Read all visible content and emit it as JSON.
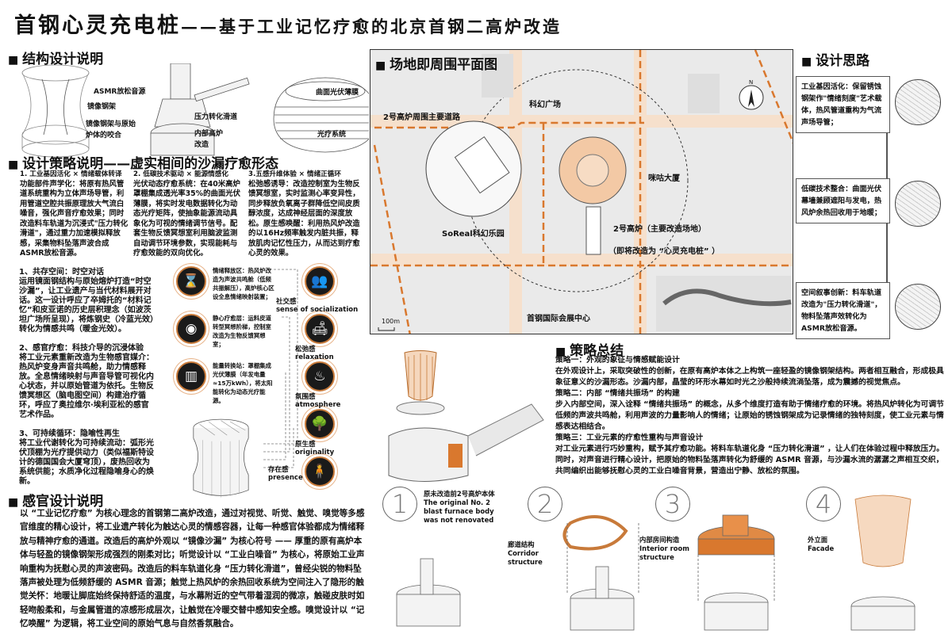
{
  "title": {
    "main": "首钢心灵充电桩",
    "sub": "——基于工业记忆疗愈的北京首钢二高炉改造"
  },
  "structure": {
    "heading": "结构设计说明",
    "labels": [
      "ASMR放松音源",
      "镜像钢架",
      "镜像钢架与原始炉体的咬合",
      "压力转化滑道",
      "内部高炉改造",
      "曲面光伏薄膜",
      "光疗系统"
    ]
  },
  "strategy": {
    "heading": "设计策略说明——虚实相间的沙漏疗愈形态",
    "columns": [
      {
        "title": "1. 工业基因活化 × 情绪载体转译",
        "body": "功能部件声学化：将原有热风管道系统重构为立体声场导管，利用管道空腔共振原理放大气流白噪音，强化声音疗愈效果；同时改造料车轨道为沉浸式\"压力转化滑道\"，通过重力加速模拟释放感，采集物料坠落声波合成ASMR放松音源。"
      },
      {
        "title": "2. 低碳技术驱动 × 能源情感化",
        "body": "光伏动态疗愈系统：在40米高炉罩棚集成透光率35%的曲面光伏薄膜，将实时发电数据转化为动态光疗矩阵，使抽象能源流动具象化为可视的情绪调节信号。配套生物反馈冥想室利用脑波监测自动调节环境参数，实现能耗与疗愈效能的双向优化。"
      },
      {
        "title": "3.五感升维体验 × 情绪正循环",
        "body": "松弛感诱导：改造控制室为生物反馈冥想室，实时监测心率变异性，同步释放负氧离子群降低空间皮质醇浓度，达成神经层面的深度放松。原生感唤醒：利用热风炉改造的以16Hz频率触发内脏共振，释放肌肉记忆性压力，从而达到疗愈心灵的效果。"
      }
    ],
    "points": [
      {
        "title": "1、共存空间：时空对话",
        "body": "运用镜面钢结构与原始熔炉打造“时空沙漏”，让工业遗产与当代材料展开对话。这一设计呼应了卒姆托的“材料记忆”和皮亚诺的历史层积理念（如波茨坦广场所呈现），将炼钢史（冷蓝光效）转化为情感共鸣（暖金光效）。"
      },
      {
        "title": "2、感官疗愈：科技介导的沉浸体验",
        "body": "将工业元素重新改造为生物感官媒介：热风炉变身声音共鸣舱，助力情感释放。全息情绪映射与声音导管可视化内心状态，并以原始管道为依托。生物反馈冥想区（脑电图空间）构建治疗循环，呼应了奥拉维尔·埃利亚松的感官艺术作品。"
      },
      {
        "title": "3、可持续循环：隐喻性再生",
        "body": "将工业代谢转化为可持续流动：弧形光伏顶棚为光疗提供动力（类似福斯特设计的德国国会大厦穹顶），废热回收为系统供能；水质净化过程隐喻身心的焕新。"
      }
    ],
    "zones": [
      {
        "icon": "hourglass-icon",
        "glyph": "⌛",
        "text": "情绪释放区：热风炉改造为声波共鸣舱（低频共振解压），高炉核心区设全息情绪映射装置；"
      },
      {
        "icon": "eye-icon",
        "glyph": "◉",
        "text": "静心疗愈层：运料皮道转型冥想阶梯，控制室改造为生物反馈冥想室；"
      },
      {
        "icon": "building-icon",
        "glyph": "▥",
        "text": "能量转换站：罩棚集成光伏薄膜（年发电量≈15万kWh），将太阳能转化为动态光疗能源。"
      }
    ],
    "senses": [
      {
        "icon": "people-icon",
        "glyph": "👥",
        "zh": "社交感",
        "en": "sense of socialization"
      },
      {
        "icon": "armchair-icon",
        "glyph": "🛋",
        "zh": "松弛感",
        "en": "relaxation"
      },
      {
        "icon": "steam-icon",
        "glyph": "♨",
        "zh": "氛围感",
        "en": "atmosphere"
      },
      {
        "icon": "tree-icon",
        "glyph": "🌳",
        "zh": "原生感",
        "en": "originality"
      },
      {
        "icon": "person-icon",
        "glyph": "🧍",
        "zh": "存在感",
        "en": "presence"
      }
    ]
  },
  "sensory": {
    "heading": "感官设计说明",
    "body": "以 “工业记忆疗愈” 为核心理念的首钢第二高炉改造，通过对视觉、听觉、触觉、嗅觉等多感官维度的精心设计，将工业遗产转化为触达心灵的情感容器，让每一种感官体验都成为情绪释放与精神疗愈的通道。改造后的高炉外观以 “镜像沙漏” 为核心符号 —— 厚重的原有高炉本体与轻盈的镜像钢架形成强烈的刚柔对比；听觉设计以 “工业白噪音” 为核心，将原始工业声响重构为抚慰心灵的声波密码。改造后的料车轨道化身 “压力转化滑道”，曾经尖锐的物料坠落声被处理为低频舒缓的 ASMR 音源；触觉上热风炉的余热回收系统为空间注入了隐形的触觉关怀：地暖让脚底始终保持舒适的温度，与水幕附近的空气带着湿润的微凉，触碰皮肤时如轻吻般柔和，与金属管道的凉感形成层次，让触觉在冷暖交替中感知安全感。嗅觉设计以 “记忆唤醒” 为逻辑，将工业空间的原始气息与自然香氛融合。"
  },
  "site": {
    "heading": "场地即周围平面图",
    "labels": {
      "roads": "2号高炉周围主要道路",
      "plaza": "科幻广场",
      "park": "SoReal科幻乐园",
      "tower": "咪咕大厦",
      "furnace": "2号高炉（主要改造场地）",
      "future": "（即将改造为 “心灵充电桩” ）",
      "expo": "首钢国际会展中心",
      "scale": "100m",
      "north": "N"
    },
    "accent": "#d9782e"
  },
  "ideas": {
    "heading": "设计思路",
    "items": [
      "工业基因活化：保留锈蚀钢架作\"情绪刻度\"艺术载体，热风管道重构为气流声场导管；",
      "低碳技术整合：曲面光伏幕墙兼顾遮阳与发电，热风炉余热回收用于地暖；",
      "空间叙事创新：料车轨道改造为\"压力转化滑道\"，物料坠落声效转化为ASMR放松音源。"
    ]
  },
  "summary": {
    "heading": "策略总结",
    "items": [
      {
        "title": "策略一：外观的象征与情感赋能设计",
        "body": "在外观设计上，采取突破性的创新，在原有高炉本体之上构筑一座轻盈的镜像钢架结构。两者相互融合，形成极具象征意义的沙漏形态。沙漏内部，晶莹的环形水幕如时光之沙般持续流淌坠落，成为震撼的视觉焦点。"
      },
      {
        "title": "策略二：内部 “情绪共振场” 的构建",
        "body": "步入内部空间，深入诠释 “情绪共振场” 的概念，从多个维度打造有助于情绪疗愈的环境。将热风炉转化为可调节低频的声波共鸣舱，利用声波的力量影响人的情绪；让原始的锈蚀钢架成为记录情绪的独特刻度，使工业元素与情感表达相结合。"
      },
      {
        "title": "策略三：工业元素的疗愈性重构与声音设计",
        "body": "对工业元素进行巧妙重构，赋予其疗愈功能。将料车轨道化身 “压力转化滑道” ，让人们在体验过程中释放压力。同时，对声音进行精心设计，把原始的物料坠落声转化为舒缓的 ASMR 音源，与沙漏水流的潺潺之声相互交织，共同编织出能够抚慰心灵的工业白噪音背景，营造出宁静、放松的氛围。"
      }
    ]
  },
  "steps": [
    {
      "num": "1",
      "zh": "原未改造前2号高炉本体",
      "en": "The original No. 2 blast furnace body was not renovated"
    },
    {
      "num": "2",
      "zh": "廊道结构",
      "en": "Corridor structure"
    },
    {
      "num": "3",
      "zh": "内部房间构造",
      "en": "Interior room structure"
    },
    {
      "num": "4",
      "zh": "外立面",
      "en": "Facade"
    }
  ],
  "colors": {
    "accent": "#d9782e",
    "dark": "#1a1a1a"
  }
}
